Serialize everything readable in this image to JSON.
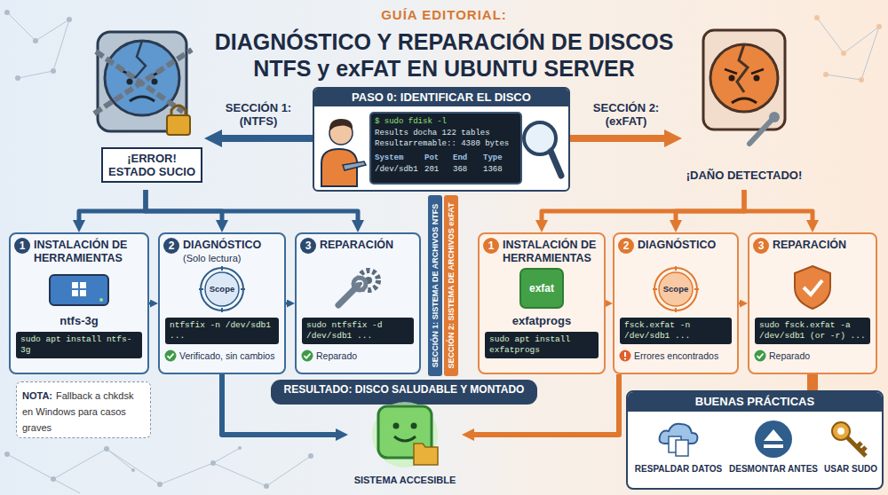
{
  "diagram": {
    "title": "DIAGNÓSTICO Y REPARACIÓN DE DISCOS NTFS y exFAT EN UBUNTU SERVER",
    "nodes": [
      {
        "text": [
          "PASO 0: IDENTIFICAR EL DISCO"
        ]
      },
      {
        "text": [
          "¡ERROR! ESTADO SUCIO"
        ]
      },
      {
        "text": [
          "¡DAÑO DETECTADO!"
        ]
      },
      {
        "text": [
          "1",
          "INSTALACIÓN DE HERRAMIENTAS",
          "ntfs-3g",
          "sudo apt install ntfs-3g"
        ]
      },
      {
        "text": [
          "2",
          "DIAGNÓSTICO",
          "(Solo lectura)",
          "Scope",
          "ntfsfix -n /dev/sdb1 ...",
          "Verificado, sin cambios"
        ]
      },
      {
        "text": [
          "3",
          "REPARACIÓN",
          "sudo ntfsfix -d /dev/sdb1 ...",
          "Reparado"
        ]
      },
      {
        "text": [
          "SECCIÓN 1: SISTEMA DE ARCHIVOS NTFS"
        ]
      },
      {
        "text": [
          "SECCIÓN 2: SISTEMA DE ARCHIVOS exFAT"
        ]
      },
      {
        "text": [
          "1",
          "INSTALACIÓN DE HERRAMIENTAS",
          "exfat",
          "exfatprogs",
          "sudo apt install exfatprogs"
        ]
      },
      {
        "text": [
          "2",
          "DIAGNÓSTICO",
          "Scope",
          "fsck.exfat -n /dev/sdb1 ...",
          "Errores encontrados"
        ]
      },
      {
        "text": [
          "3",
          "REPARACIÓN",
          "sudo fsck.exfat -a /dev/sdb1 (or -r) ...",
          "Reparado"
        ]
      },
      {
        "text": [
          "NOTA:",
          "Fallback a chkdsk en Windows para casos graves"
        ]
      },
      {
        "text": [
          "RESULTADO: DISCO SALUDABLE Y MONTADO"
        ]
      },
      {
        "text": [
          "SISTEMA ACCESIBLE"
        ]
      },
      {
        "text": [
          "BUENAS PRÁCTICAS"
        ]
      },
      {
        "text": [
          "RESPALDAR DATOS"
        ],
        "in": 14
      },
      {
        "text": [
          "DESMONTAR ANTES"
        ],
        "in": 14
      },
      {
        "text": [
          "USAR SUDO"
        ],
        "in": 14
      }
    ],
    "edges": [
      {
        "from": 0,
        "to": 1,
        "arrow": "to",
        "label": "SECCIÓN 1: (NTFS)"
      },
      {
        "from": 0,
        "to": 2,
        "arrow": "to",
        "label": "SECCIÓN 2: (exFAT)"
      },
      {
        "from": 1,
        "to": 3,
        "arrow": "to"
      },
      {
        "from": 1,
        "to": 4,
        "arrow": "to"
      },
      {
        "from": 1,
        "to": 5,
        "arrow": "to"
      },
      {
        "from": 3,
        "to": 4,
        "arrow": "to"
      },
      {
        "from": 4,
        "to": 5,
        "arrow": "to"
      },
      {
        "from": 2,
        "to": 8,
        "arrow": "to"
      },
      {
        "from": 2,
        "to": 9,
        "arrow": "to"
      },
      {
        "from": 2,
        "to": 10,
        "arrow": "to"
      },
      {
        "from": 8,
        "to": 9,
        "arrow": "to"
      },
      {
        "from": 9,
        "to": 10,
        "arrow": "to"
      },
      {
        "from": 4,
        "to": 13,
        "arrow": "to"
      },
      {
        "from": 9,
        "to": 13,
        "arrow": "to"
      },
      {
        "from": 10,
        "to": 14,
        "arrow": "none"
      }
    ],
    "labels": [
      "GUÍA EDITORIAL:",
      "$ sudo fdisk -l",
      "Results docha 122 tables",
      "Resultarremable:: 4380 bytes",
      "System",
      "Pot",
      "End",
      "Type",
      "/dev/sdb1",
      "201",
      "368",
      "1368"
    ]
  }
}
